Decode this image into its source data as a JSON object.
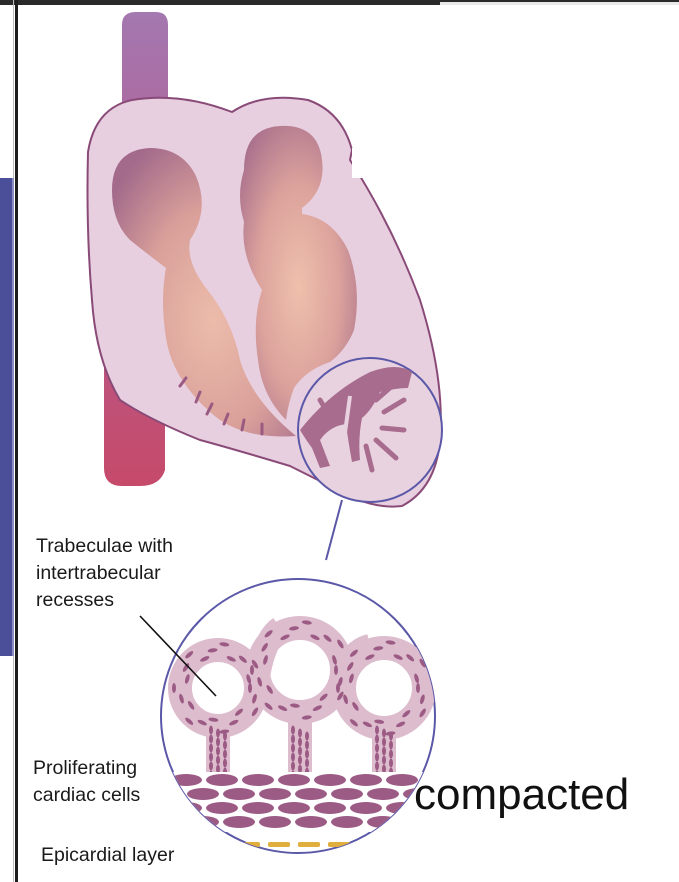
{
  "labels": {
    "trabeculae": [
      "Trabeculae with",
      "intertrabecular",
      "recesses"
    ],
    "proliferating": [
      "Proliferating",
      "cardiac cells"
    ],
    "epicardial": "Epicardial layer",
    "compacted": "compacted"
  },
  "colors": {
    "vessel_top": "#a678b0",
    "vessel_bottom": "#c74a6d",
    "heart_wall": "#e7cfe0",
    "heart_outline": "#8a4a78",
    "chamber_outer": "#a86c8e",
    "chamber_inner": "#e8b3a3",
    "magnifier_ring": "#5b58a8",
    "trabeculae_fill": "#ddbfcf",
    "cell_color": "#9c5b84",
    "epicardial_cells": "#e0ae3c",
    "sidebar": "#4b4e98"
  }
}
